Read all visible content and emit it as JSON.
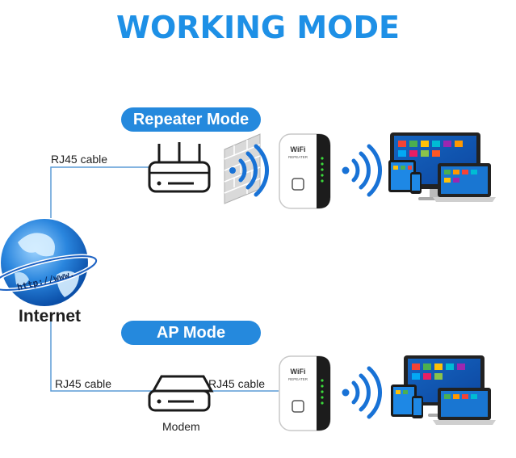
{
  "title": "WORKING MODE",
  "repeater_mode": {
    "label": "Repeater Mode",
    "cable_label": "RJ45 cable"
  },
  "ap_mode": {
    "label": "AP Mode",
    "cable_left_label": "RJ45 cable",
    "cable_right_label": "RJ45 cable",
    "modem_label": "Modem"
  },
  "globe": {
    "url_text": "http://www.",
    "label": "Internet"
  },
  "repeater_device": {
    "brand_text": "WiFi",
    "sub_text": "REPEATER"
  },
  "colors": {
    "accent": "#1e90e6",
    "pill": "#2589dd",
    "cable_line": "#5b9bd5",
    "wave": "#1872d6",
    "brick": "#c9c9c9"
  }
}
